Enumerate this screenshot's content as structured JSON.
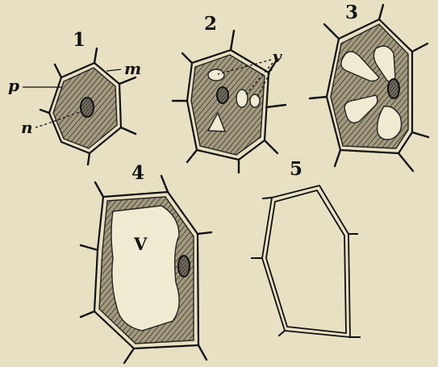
{
  "figure": {
    "panels": [
      {
        "number": "1",
        "labels": {
          "m": "m",
          "p": "p",
          "n": "n"
        }
      },
      {
        "number": "2",
        "labels": {
          "v": "v"
        }
      },
      {
        "number": "3"
      },
      {
        "number": "4",
        "labels": {
          "V": "V"
        }
      },
      {
        "number": "5"
      }
    ]
  },
  "colors": {
    "paper": "#e8e0c2",
    "ink": "#111111",
    "vacuole": "#f1ead2"
  }
}
